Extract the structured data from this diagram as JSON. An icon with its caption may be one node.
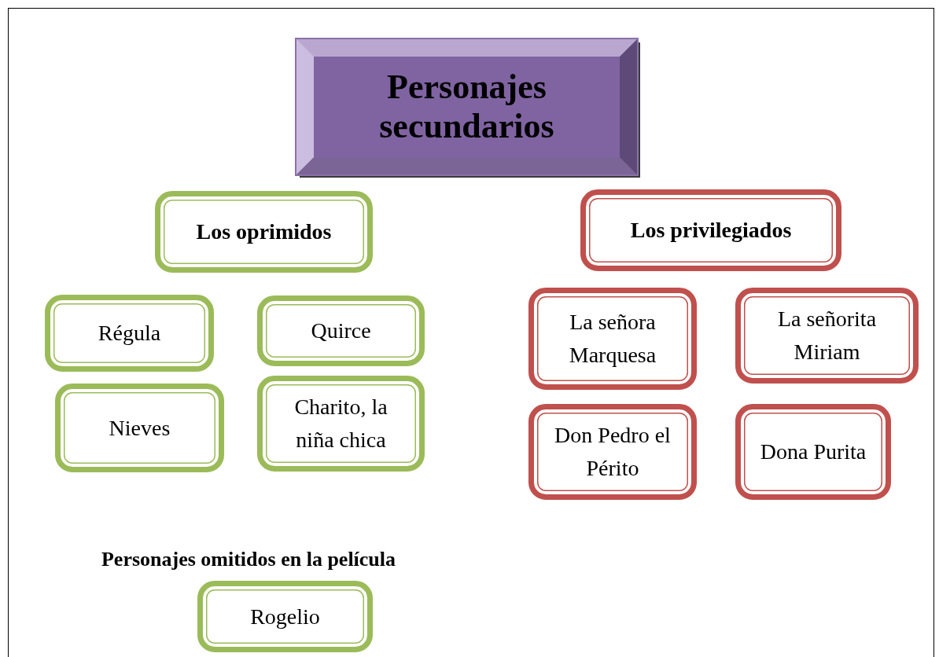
{
  "diagram": {
    "nodes": [
      {
        "text": [
          "Personajes secundarios"
        ]
      },
      {
        "text": [
          "Los oprimidos"
        ]
      },
      {
        "text": [
          "Los privilegiados"
        ]
      },
      {
        "text": [
          "Régula"
        ]
      },
      {
        "text": [
          "Quirce"
        ]
      },
      {
        "text": [
          "Nieves"
        ]
      },
      {
        "text": [
          "Charito, la niña chica"
        ]
      },
      {
        "text": [
          "La señora Marquesa"
        ]
      },
      {
        "text": [
          "La señorita Miriam"
        ]
      },
      {
        "text": [
          "Don Pedro el Périto"
        ]
      },
      {
        "text": [
          "Dona Purita"
        ]
      },
      {
        "text": [
          "Rogelio"
        ]
      }
    ],
    "labels": [
      "Personajes omitidos en la película"
    ]
  }
}
